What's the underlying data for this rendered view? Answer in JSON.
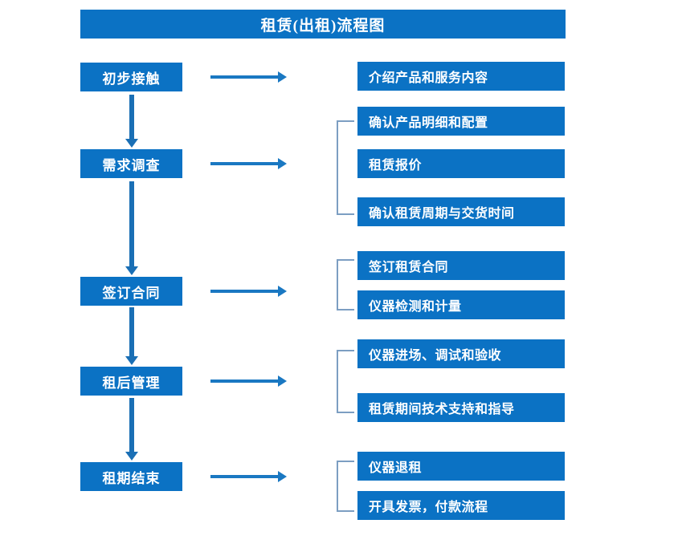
{
  "diagram": {
    "title": "租赁(出租)流程图",
    "colors": {
      "box_fill": "#0b72c4",
      "box_text": "#ffffff",
      "arrow": "#1a78c2",
      "bracket": "#7c9ec2",
      "background": "#ffffff"
    },
    "stages": [
      {
        "id": "stage-1",
        "label": "初步接触"
      },
      {
        "id": "stage-2",
        "label": "需求调查"
      },
      {
        "id": "stage-3",
        "label": "签订合同"
      },
      {
        "id": "stage-4",
        "label": "租后管理"
      },
      {
        "id": "stage-5",
        "label": "租期结束"
      }
    ],
    "details": [
      {
        "id": "detail-1-1",
        "label": "介绍产品和服务内容",
        "group": 1
      },
      {
        "id": "detail-2-1",
        "label": "确认产品明细和配置",
        "group": 2
      },
      {
        "id": "detail-2-2",
        "label": "租赁报价",
        "group": 2
      },
      {
        "id": "detail-2-3",
        "label": "确认租赁周期与交货时间",
        "group": 2
      },
      {
        "id": "detail-3-1",
        "label": "签订租赁合同",
        "group": 3
      },
      {
        "id": "detail-3-2",
        "label": "仪器检测和计量",
        "group": 3
      },
      {
        "id": "detail-4-1",
        "label": "仪器进场、调试和验收",
        "group": 4
      },
      {
        "id": "detail-4-2",
        "label": "租赁期间技术支持和指导",
        "group": 4
      },
      {
        "id": "detail-5-1",
        "label": "仪器退租",
        "group": 5
      },
      {
        "id": "detail-5-2",
        "label": "开具发票，付款流程",
        "group": 5
      }
    ],
    "connectors": {
      "horizontal_arrow_count": 5,
      "vertical_arrow_count": 4,
      "bracket_count": 4
    }
  }
}
